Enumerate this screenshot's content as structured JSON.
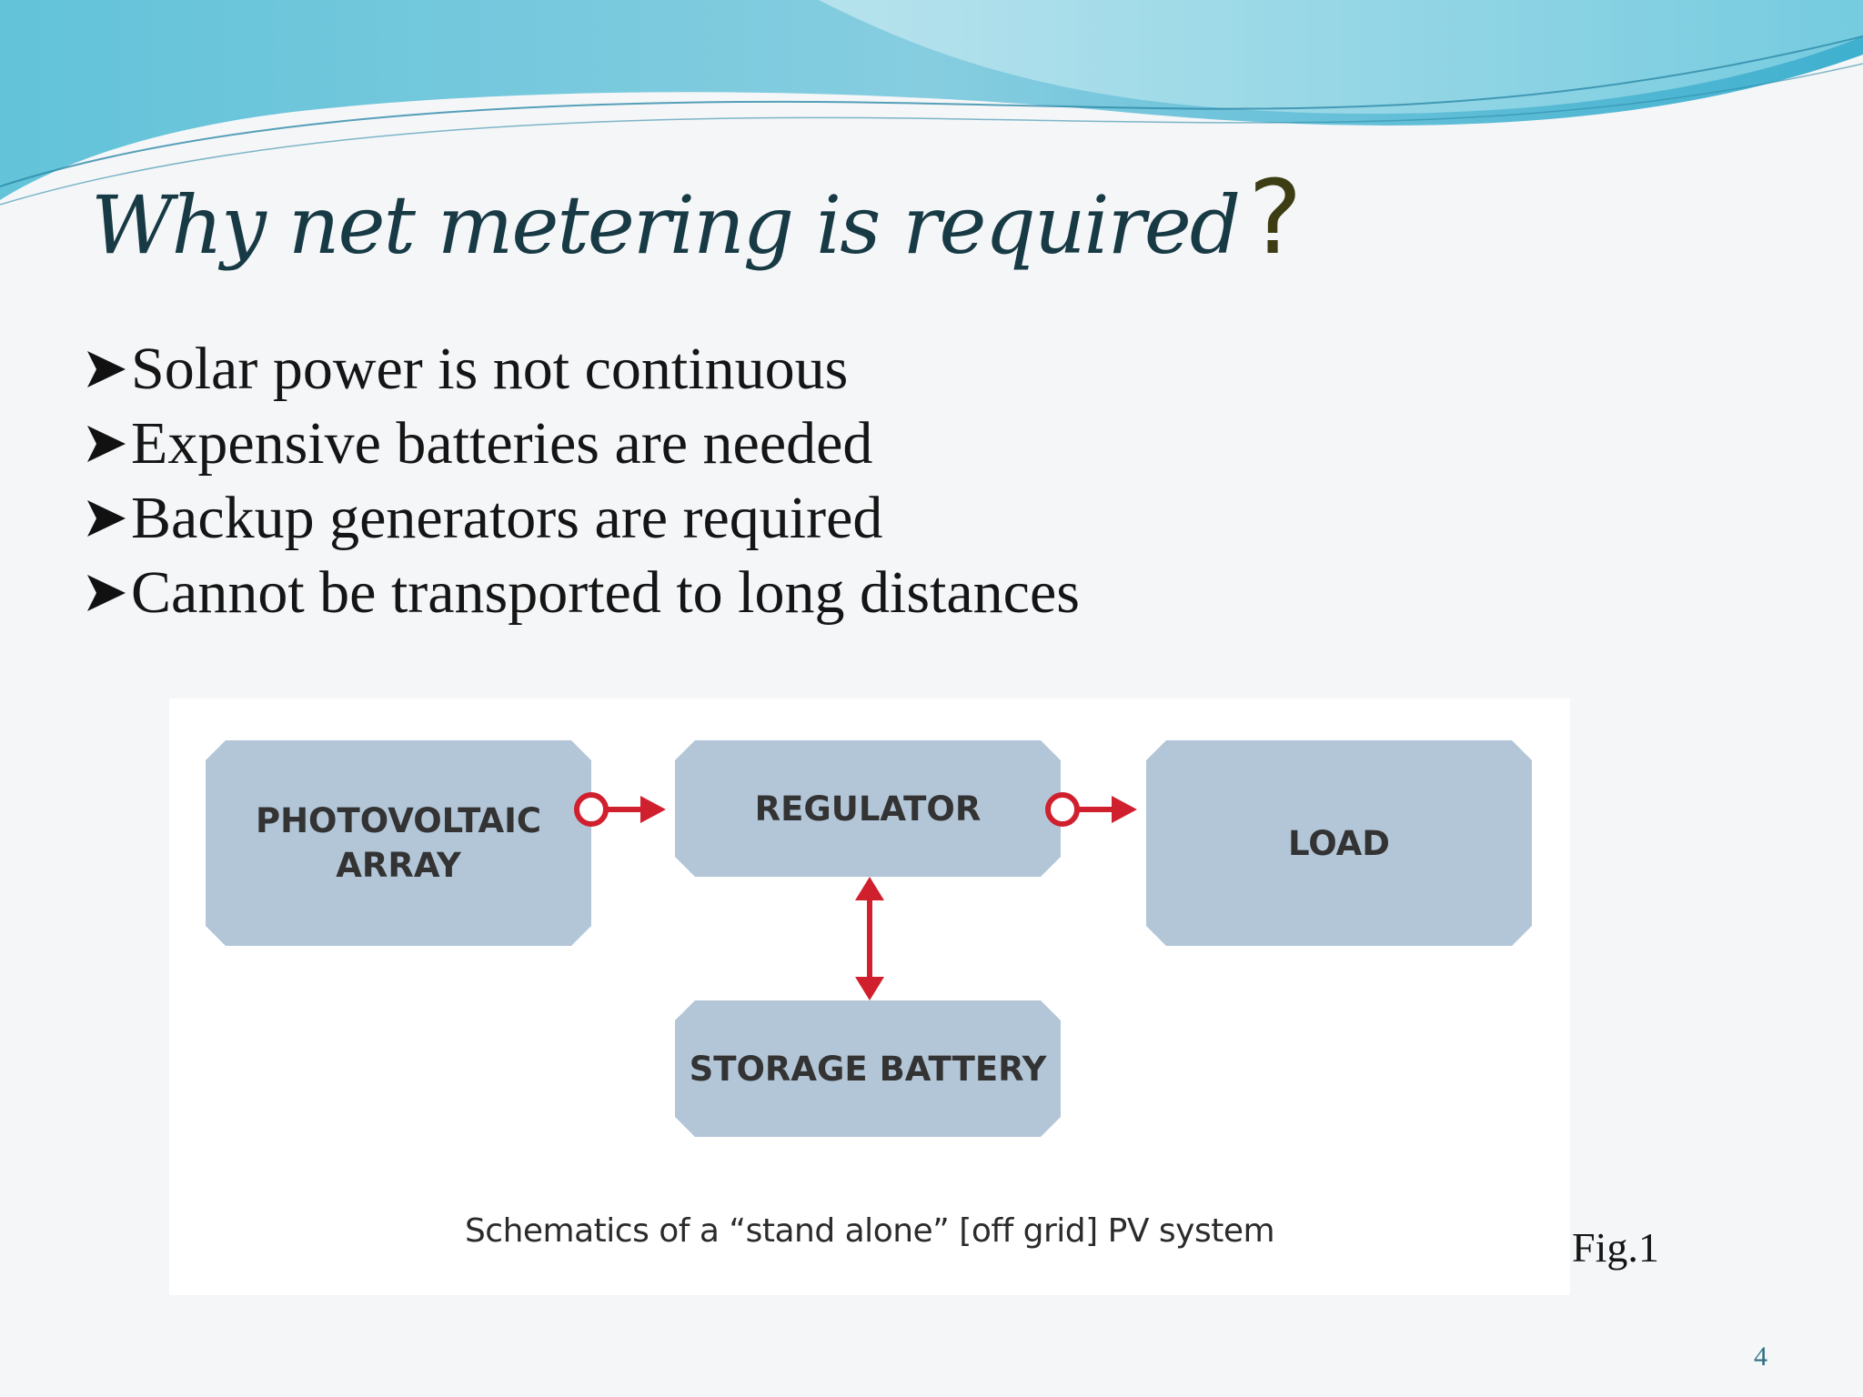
{
  "slide": {
    "title": "Why net metering is required",
    "title_mark": "?",
    "bullets": [
      "Solar power is not continuous",
      "Expensive batteries are needed",
      "Backup generators are required",
      "Cannot be transported to long distances"
    ],
    "figure_label": "Fig.1",
    "page_number": "4"
  },
  "diagram": {
    "blocks": {
      "array": "PHOTOVOLTAIC\nARRAY",
      "regulator": "REGULATOR",
      "load": "LOAD",
      "battery": "STORAGE BATTERY"
    },
    "edges": [
      {
        "from": "array",
        "to": "regulator",
        "style": "circle-arrow"
      },
      {
        "from": "regulator",
        "to": "load",
        "style": "circle-arrow"
      },
      {
        "from": "regulator",
        "to": "battery",
        "style": "double-arrow"
      }
    ],
    "caption": "Schematics of a “stand alone” [off grid] PV system"
  },
  "colors": {
    "block_fill": "#b3c6d8",
    "arrow": "#d0202e",
    "title": "#173a45",
    "wave_light": "#a9dde8",
    "wave_dark": "#5fb9d3"
  }
}
